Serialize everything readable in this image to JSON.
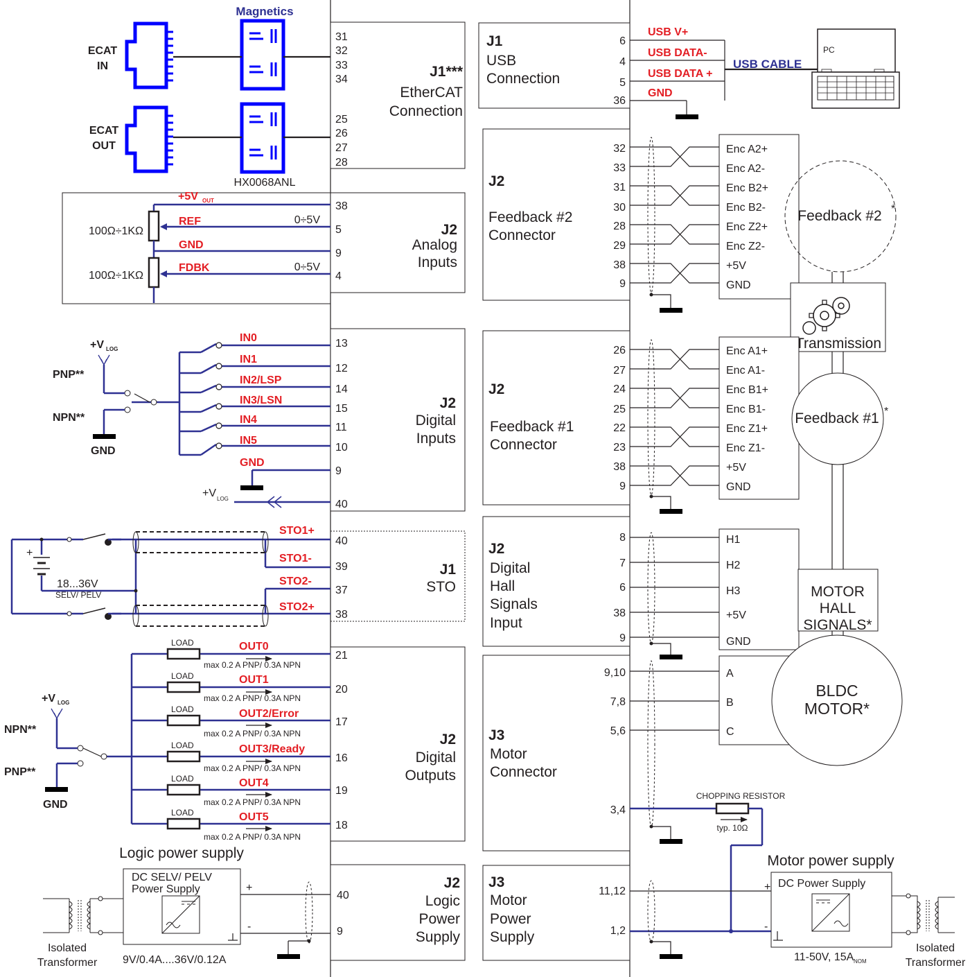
{
  "ethercat": {
    "magnetics": "Magnetics",
    "ecat_in": [
      "ECAT",
      "IN"
    ],
    "ecat_out": [
      "ECAT",
      "OUT"
    ],
    "transformer": "HX0068ANL",
    "pins_in": [
      "31",
      "32",
      "33",
      "34"
    ],
    "pins_out": [
      "25",
      "26",
      "27",
      "28"
    ],
    "title": [
      "J1***",
      "EtherCAT",
      "Connection"
    ]
  },
  "usb": {
    "title": [
      "J1",
      "USB",
      "Connection"
    ],
    "pins": [
      "6",
      "4",
      "5",
      "36"
    ],
    "signals": [
      "USB V+",
      "USB DATA-",
      "USB DATA +",
      "GND"
    ],
    "cable": "USB CABLE",
    "pc": "PC"
  },
  "analog": {
    "title": [
      "J2",
      "Analog",
      "Inputs"
    ],
    "pins": [
      "38",
      "5",
      "9",
      "4"
    ],
    "vout": "+5V",
    "vout_sub": "OUT",
    "ref": "REF",
    "gnd": "GND",
    "fdbk": "FDBK",
    "range": "0÷5V",
    "pot": "100Ω÷1KΩ"
  },
  "dinputs": {
    "title": [
      "J2",
      "Digital",
      "Inputs"
    ],
    "pins": [
      "13",
      "12",
      "14",
      "15",
      "11",
      "10",
      "9",
      "40"
    ],
    "signals": [
      "IN0",
      "IN1",
      "IN2/LSP",
      "IN3/LSN",
      "IN4",
      "IN5",
      "GND"
    ],
    "vlog": "+V",
    "vlog_sub": "LOG",
    "pnp": "PNP**",
    "npn": "NPN**",
    "gnd": "GND"
  },
  "sto": {
    "title": [
      "J1",
      "STO"
    ],
    "pins": [
      "40",
      "39",
      "37",
      "38"
    ],
    "signals": [
      "STO1+",
      "STO1-",
      "STO2-",
      "STO2+"
    ],
    "battery_plus": "+",
    "voltage": "18...36V",
    "selv": "SELV/ PELV"
  },
  "doutputs": {
    "title": [
      "J2",
      "Digital",
      "Outputs"
    ],
    "pins": [
      "21",
      "20",
      "17",
      "16",
      "19",
      "18"
    ],
    "signals": [
      "OUT0",
      "OUT1",
      "OUT2/Error",
      "OUT3/Ready",
      "OUT4",
      "OUT5"
    ],
    "load": "LOAD",
    "rating": "max 0.2 A PNP/ 0.3A NPN",
    "vlog": "+V",
    "vlog_sub": "LOG",
    "npn": "NPN**",
    "pnp": "PNP**",
    "gnd": "GND"
  },
  "logic_supply": {
    "heading": "Logic power supply",
    "title": [
      "J2",
      "Logic",
      "Power",
      "Supply"
    ],
    "pins": [
      "40",
      "9"
    ],
    "psu": [
      "DC SELV/ PELV",
      "Power Supply"
    ],
    "rating": "9V/0.4A....36V/0.12A",
    "plus": "+",
    "minus": "-",
    "transformer": [
      "Isolated",
      "Transformer"
    ]
  },
  "feedback2": {
    "title": [
      "J2",
      "Feedback #2",
      "Connector"
    ],
    "pins": [
      "32",
      "33",
      "31",
      "30",
      "28",
      "29",
      "38",
      "9"
    ],
    "signals": [
      "Enc A2+",
      "Enc A2-",
      "Enc B2+",
      "Enc B2-",
      "Enc Z2+",
      "Enc Z2-",
      "+5V",
      "GND"
    ],
    "device": "Feedback #2",
    "star": "*"
  },
  "transmission": "Transmission",
  "feedback1": {
    "title": [
      "J2",
      "Feedback #1",
      "Connector"
    ],
    "pins": [
      "26",
      "27",
      "24",
      "25",
      "22",
      "23",
      "38",
      "9"
    ],
    "signals": [
      "Enc A1+",
      "Enc A1-",
      "Enc B1+",
      "Enc B1-",
      "Enc Z1+",
      "Enc Z1-",
      "+5V",
      "GND"
    ],
    "device": "Feedback #1",
    "star": "*"
  },
  "hall": {
    "title": [
      "J2",
      "Digital",
      "Hall",
      "Signals",
      "Input"
    ],
    "pins": [
      "8",
      "7",
      "6",
      "38",
      "9"
    ],
    "signals": [
      "H1",
      "H2",
      "H3",
      "+5V",
      "GND"
    ],
    "device": [
      "MOTOR",
      "HALL",
      "SIGNALS*"
    ]
  },
  "motor": {
    "title": [
      "J3",
      "Motor",
      "Connector"
    ],
    "pins": [
      "9,10",
      "7,8",
      "5,6",
      "3,4"
    ],
    "phases": [
      "A",
      "B",
      "C"
    ],
    "device": [
      "BLDC",
      "MOTOR*"
    ],
    "chopper": "CHOPPING RESISTOR",
    "chopper_value": "typ. 10Ω"
  },
  "motor_supply": {
    "heading": "Motor power supply",
    "title": [
      "J3",
      "Motor",
      "Power",
      "Supply"
    ],
    "pins": [
      "11,12",
      "1,2"
    ],
    "psu": "DC Power Supply",
    "rating": "11-50V, 15A",
    "rating_sub": "NOM",
    "plus": "+",
    "minus": "-",
    "transformer": [
      "Isolated",
      "Transformer"
    ]
  },
  "colors": {
    "wire": "#2e3192",
    "signal": "#e31e24",
    "line": "#231f20",
    "ethernet": "#0000ff"
  }
}
